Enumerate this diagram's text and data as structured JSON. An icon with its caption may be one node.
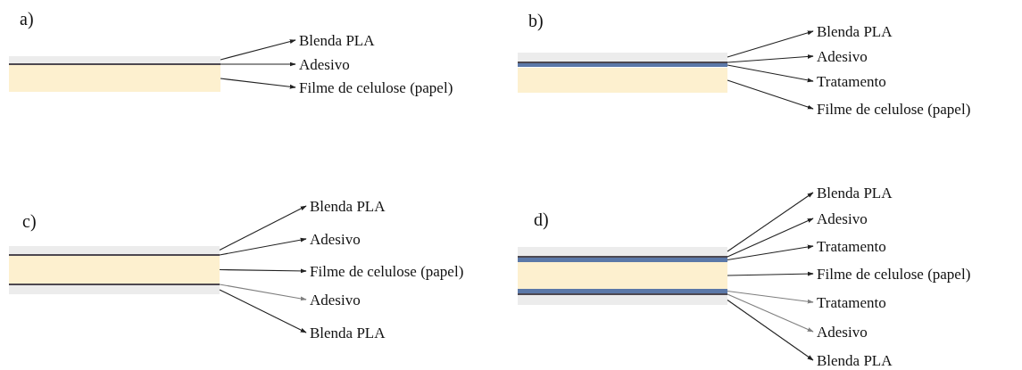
{
  "diagram": {
    "nodes": [
      {
        "text": [],
        "shape": "bar"
      },
      {
        "text": [],
        "shape": "bar"
      },
      {
        "text": [],
        "shape": "bar"
      },
      {
        "text": [
          "Blenda PLA"
        ]
      },
      {
        "text": [
          "Adesivo"
        ]
      },
      {
        "text": [
          "Filme de celulose (papel)"
        ]
      },
      {
        "text": [],
        "shape": "bar"
      },
      {
        "text": [],
        "shape": "bar"
      },
      {
        "text": [],
        "shape": "bar"
      },
      {
        "text": [],
        "shape": "bar"
      },
      {
        "text": [
          "Blenda PLA"
        ]
      },
      {
        "text": [
          "Adesivo"
        ]
      },
      {
        "text": [
          "Tratamento"
        ]
      },
      {
        "text": [
          "Filme de celulose (papel)"
        ]
      },
      {
        "text": [],
        "shape": "bar"
      },
      {
        "text": [],
        "shape": "bar"
      },
      {
        "text": [],
        "shape": "bar"
      },
      {
        "text": [],
        "shape": "bar"
      },
      {
        "text": [],
        "shape": "bar"
      },
      {
        "text": [
          "Blenda PLA"
        ]
      },
      {
        "text": [
          "Adesivo"
        ]
      },
      {
        "text": [
          "Filme de celulose (papel)"
        ]
      },
      {
        "text": [
          "Adesivo"
        ]
      },
      {
        "text": [
          "Blenda PLA"
        ]
      },
      {
        "text": [],
        "shape": "bar"
      },
      {
        "text": [],
        "shape": "bar"
      },
      {
        "text": [],
        "shape": "bar"
      },
      {
        "text": [],
        "shape": "bar"
      },
      {
        "text": [],
        "shape": "bar"
      },
      {
        "text": [],
        "shape": "bar"
      },
      {
        "text": [],
        "shape": "bar"
      },
      {
        "text": [
          "Blenda PLA"
        ]
      },
      {
        "text": [
          "Adesivo"
        ]
      },
      {
        "text": [
          "Tratamento"
        ]
      },
      {
        "text": [
          "Filme de celulose (papel)"
        ]
      },
      {
        "text": [
          "Tratamento"
        ]
      },
      {
        "text": [
          "Adesivo"
        ]
      },
      {
        "text": [
          "Blenda PLA"
        ]
      }
    ],
    "edges": [
      {
        "from": 0,
        "to": 3,
        "arrow": "to"
      },
      {
        "from": 1,
        "to": 4,
        "arrow": "to"
      },
      {
        "from": 2,
        "to": 5,
        "arrow": "to"
      },
      {
        "from": 6,
        "to": 10,
        "arrow": "to"
      },
      {
        "from": 7,
        "to": 11,
        "arrow": "to"
      },
      {
        "from": 8,
        "to": 12,
        "arrow": "to"
      },
      {
        "from": 9,
        "to": 13,
        "arrow": "to"
      },
      {
        "from": 14,
        "to": 19,
        "arrow": "to"
      },
      {
        "from": 15,
        "to": 20,
        "arrow": "to"
      },
      {
        "from": 16,
        "to": 21,
        "arrow": "to"
      },
      {
        "from": 17,
        "to": 22,
        "arrow": "to",
        "color": "#7f7f7f"
      },
      {
        "from": 18,
        "to": 23,
        "arrow": "to"
      },
      {
        "from": 24,
        "to": 31,
        "arrow": "to"
      },
      {
        "from": 25,
        "to": 32,
        "arrow": "to"
      },
      {
        "from": 26,
        "to": 33,
        "arrow": "to"
      },
      {
        "from": 27,
        "to": 34,
        "arrow": "to"
      },
      {
        "from": 28,
        "to": 35,
        "arrow": "to",
        "color": "#7f7f7f"
      },
      {
        "from": 29,
        "to": 36,
        "arrow": "to",
        "color": "#7f7f7f"
      },
      {
        "from": 30,
        "to": 37,
        "arrow": "to"
      }
    ],
    "labels": [
      "a)",
      "b)",
      "c)",
      "d)"
    ]
  }
}
